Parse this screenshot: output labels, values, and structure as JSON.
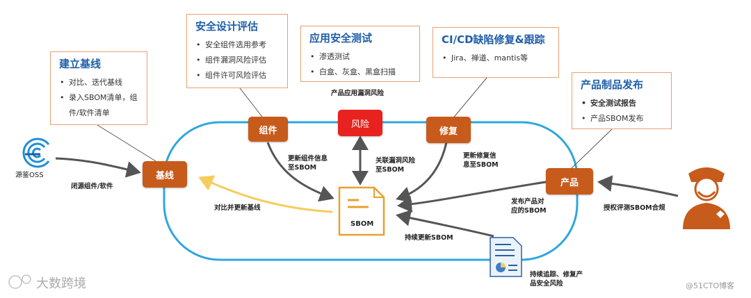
{
  "cards": {
    "baseline": {
      "title": "建立基线",
      "items": [
        "对比、迭代基线",
        "录入SBOM清单，组件/软件清单"
      ]
    },
    "design": {
      "title": "安全设计评估",
      "items": [
        "安全组件选用参考",
        "组件漏洞风险评估",
        "组件许可风险评估"
      ]
    },
    "testing": {
      "title": "应用安全测试",
      "items": [
        "渗透测试",
        "白盒、灰盒、黑盒扫描"
      ]
    },
    "cicd": {
      "title": "CI/CD缺陷修复&跟踪",
      "items": [
        "Jira、禅道、mantis等"
      ]
    },
    "release": {
      "title": "产品制品发布",
      "items": [
        "安全测试报告",
        "产品SBOM发布"
      ]
    }
  },
  "nodes": {
    "baseline": "基线",
    "component": "组件",
    "risk": "风险",
    "fix": "修复",
    "product": "产品"
  },
  "center": {
    "label": "SBOM"
  },
  "labels": {
    "oss": "源鉴OSS",
    "closed_source": "闭源组件/软件",
    "compare_update": "对比并更新基线",
    "update_component": "更新组件信息至SBOM",
    "product_vuln_risk": "产品应用漏洞风险",
    "link_vuln": "关联漏洞风险至SBOM",
    "update_fix": "更新修复信息至SBOM",
    "publish": "发布产品对应的SBOM",
    "auth_eval": "授权评测SBOM合规",
    "continuous_update": "持续更新SBOM",
    "continuous_track": "持续追踪、修复产品安全风险"
  },
  "watermarks": {
    "left": "大数跨境",
    "right": "@51CTO博客"
  },
  "colors": {
    "loop": "#2fa6dd",
    "node": "#c75b1c",
    "risk": "#e8221e",
    "title": "#1f5ea8",
    "card_border": "#e8a070",
    "arrow": "#555555",
    "yellow": "#f6cc5c"
  }
}
